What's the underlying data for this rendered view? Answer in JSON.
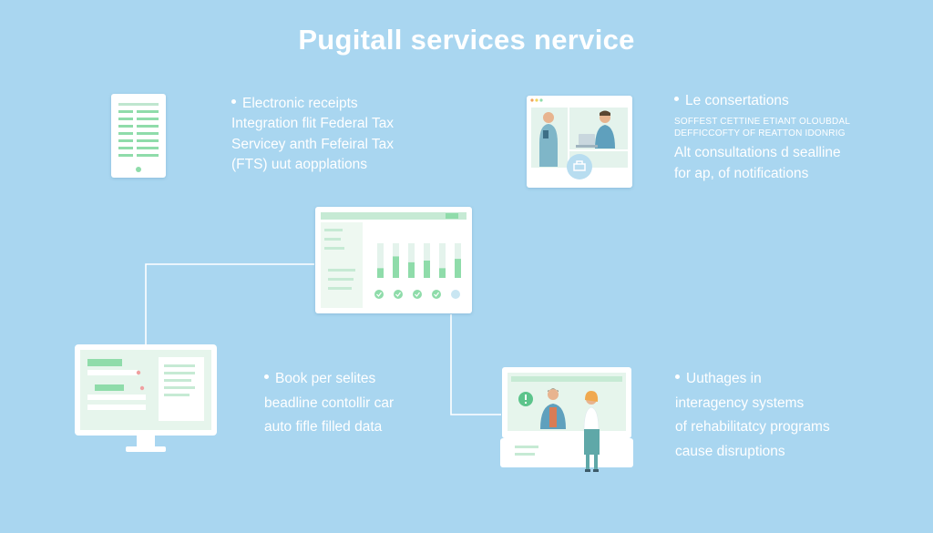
{
  "title": "Pugitall services nervice",
  "notes": {
    "receipts": {
      "lines": [
        "Electronic receipts",
        "Integration flit Federal Tax",
        "Servicey anth Fefeiral Tax",
        "(FTS) uut aopplations"
      ]
    },
    "consultations": {
      "lines": [
        "Le consertations"
      ],
      "small_lines": [
        "SOFFEST CETTINE ETIANT OLOUBDAL",
        "DEFFICCOFTY OF REATTON IDONRIG"
      ],
      "extra_lines": [
        "Alt consultations d sealline",
        "for ap, of notifications"
      ]
    },
    "booking": {
      "lines": [
        "Book per selites",
        "beadline contollir car",
        "auto fifle filled data"
      ]
    },
    "interagency": {
      "lines": [
        "Uuthages in",
        "interagency systems",
        "of rehabilitatcy programs",
        "cause disruptions"
      ]
    }
  },
  "colors": {
    "background": "#a9d6f0",
    "accent_green": "#8fdcaa",
    "light_green": "#dff4e6",
    "panel_header": "#c6ead4",
    "line": "#ffffff"
  },
  "dashboard": {
    "bar_levels": [
      0.28,
      0.62,
      0.45,
      0.5,
      0.28,
      0.55
    ]
  }
}
